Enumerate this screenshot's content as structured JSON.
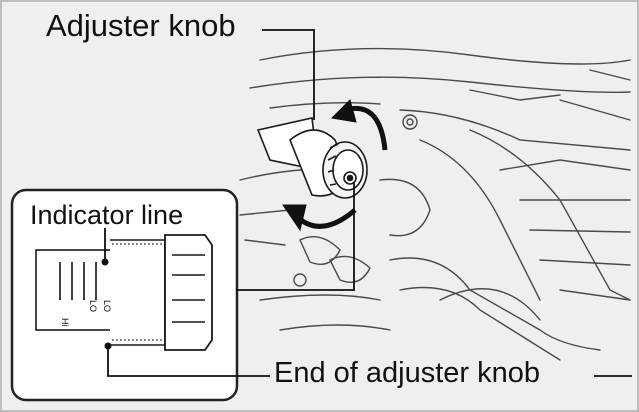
{
  "labels": {
    "adjuster_knob": "Adjuster knob",
    "indicator_line": "Indicator line",
    "end_of_adjuster_knob": "End of adjuster knob"
  },
  "inset_marks": {
    "mark_1": "Hi",
    "mark_2": "LO",
    "mark_3": "LO"
  },
  "icons": {
    "rotation_arrows": "curved-rotate-arrows-icon"
  }
}
